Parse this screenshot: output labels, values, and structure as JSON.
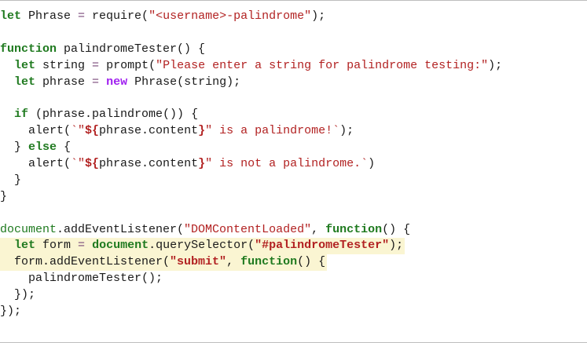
{
  "code_lines": [
    [
      {
        "t": "let",
        "c": "kw"
      },
      {
        "t": " Phrase ",
        "c": "ident"
      },
      {
        "t": "=",
        "c": "op"
      },
      {
        "t": " require(",
        "c": "ident"
      },
      {
        "t": "\"<username>-palindrome\"",
        "c": "str"
      },
      {
        "t": ");",
        "c": "ident"
      }
    ],
    [],
    [
      {
        "t": "function",
        "c": "kw"
      },
      {
        "t": " palindromeTester() {",
        "c": "ident"
      }
    ],
    [
      {
        "t": "  ",
        "c": "ident"
      },
      {
        "t": "let",
        "c": "kw"
      },
      {
        "t": " string ",
        "c": "ident"
      },
      {
        "t": "=",
        "c": "op"
      },
      {
        "t": " prompt(",
        "c": "ident"
      },
      {
        "t": "\"Please enter a string for palindrome testing:\"",
        "c": "str"
      },
      {
        "t": ");",
        "c": "ident"
      }
    ],
    [
      {
        "t": "  ",
        "c": "ident"
      },
      {
        "t": "let",
        "c": "kw"
      },
      {
        "t": " phrase ",
        "c": "ident"
      },
      {
        "t": "=",
        "c": "op"
      },
      {
        "t": " ",
        "c": "ident"
      },
      {
        "t": "new",
        "c": "new"
      },
      {
        "t": " Phrase(string);",
        "c": "ident"
      }
    ],
    [],
    [
      {
        "t": "  ",
        "c": "ident"
      },
      {
        "t": "if",
        "c": "kw"
      },
      {
        "t": " (phrase.palindrome()) {",
        "c": "ident"
      }
    ],
    [
      {
        "t": "    alert(",
        "c": "ident"
      },
      {
        "t": "`\"",
        "c": "tpl"
      },
      {
        "t": "${",
        "c": "interp"
      },
      {
        "t": "phrase.content",
        "c": "ident"
      },
      {
        "t": "}",
        "c": "interp"
      },
      {
        "t": "\" is a palindrome!`",
        "c": "tpl"
      },
      {
        "t": ");",
        "c": "ident"
      }
    ],
    [
      {
        "t": "  } ",
        "c": "ident"
      },
      {
        "t": "else",
        "c": "kw"
      },
      {
        "t": " {",
        "c": "ident"
      }
    ],
    [
      {
        "t": "    alert(",
        "c": "ident"
      },
      {
        "t": "`\"",
        "c": "tpl"
      },
      {
        "t": "${",
        "c": "interp"
      },
      {
        "t": "phrase.content",
        "c": "ident"
      },
      {
        "t": "}",
        "c": "interp"
      },
      {
        "t": "\" is not a palindrome.`",
        "c": "tpl"
      },
      {
        "t": ")",
        "c": "ident"
      }
    ],
    [
      {
        "t": "  }",
        "c": "ident"
      }
    ],
    [
      {
        "t": "}",
        "c": "ident"
      }
    ],
    [],
    [
      {
        "t": "document",
        "c": "obj"
      },
      {
        "t": ".addEventListener(",
        "c": "ident"
      },
      {
        "t": "\"DOMContentLoaded\"",
        "c": "str"
      },
      {
        "t": ", ",
        "c": "ident"
      },
      {
        "t": "function",
        "c": "kw"
      },
      {
        "t": "() {",
        "c": "ident"
      }
    ],
    [
      {
        "t": "  ",
        "c": "ident"
      },
      {
        "t": "let",
        "c": "kw"
      },
      {
        "t": " form ",
        "c": "ident"
      },
      {
        "t": "=",
        "c": "op"
      },
      {
        "t": " ",
        "c": "ident"
      },
      {
        "t": "document",
        "c": "objb"
      },
      {
        "t": ".querySelector(",
        "c": "ident"
      },
      {
        "t": "\"#palindromeTester\"",
        "c": "strb"
      },
      {
        "t": ");",
        "c": "ident"
      }
    ],
    [
      {
        "t": "  form.addEventListener(",
        "c": "ident"
      },
      {
        "t": "\"submit\"",
        "c": "strb"
      },
      {
        "t": ", ",
        "c": "ident"
      },
      {
        "t": "function",
        "c": "kw"
      },
      {
        "t": "() {",
        "c": "ident"
      }
    ],
    [
      {
        "t": "    palindromeTester();",
        "c": "ident"
      }
    ],
    [
      {
        "t": "  });",
        "c": "ident"
      }
    ],
    [
      {
        "t": "});",
        "c": "ident"
      }
    ]
  ],
  "highlighted_lines": [
    14,
    15
  ],
  "colors": {
    "keyword": "#1f7a1f",
    "new_keyword": "#a020f0",
    "string": "#b22222",
    "operator": "#7a4a7a",
    "highlight": "#faf5d2"
  }
}
